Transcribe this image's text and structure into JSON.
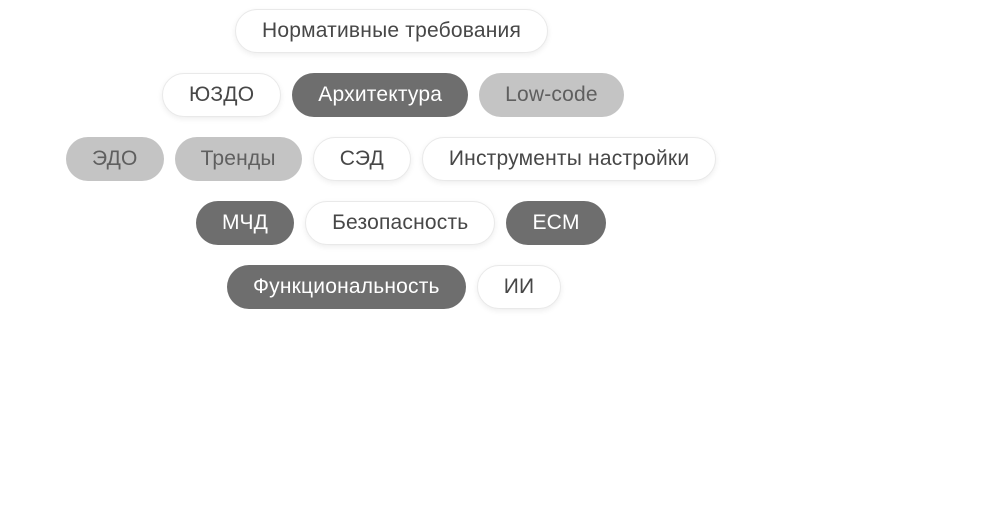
{
  "page": {
    "background": "#ffffff",
    "description": "Tag cloud of document-management topics"
  },
  "colors": {
    "pill_dark_bg": "#6e6e6e",
    "pill_dark_text": "#ffffff",
    "pill_light_bg": "#c4c4c4",
    "pill_light_text": "#5f5f5f",
    "pill_white_bg": "#ffffff",
    "pill_white_text": "#474747",
    "pill_white_edge": "#e9e9e9"
  },
  "tag_cloud": {
    "rows": [
      {
        "tags": [
          {
            "label": "Нормативные требования",
            "variant": "white"
          }
        ]
      },
      {
        "tags": [
          {
            "label": "ЮЗДО",
            "variant": "white"
          },
          {
            "label": "Архитектура",
            "variant": "dark"
          },
          {
            "label": "Low-code",
            "variant": "light"
          }
        ]
      },
      {
        "tags": [
          {
            "label": "ЭДО",
            "variant": "light"
          },
          {
            "label": "Тренды",
            "variant": "light"
          },
          {
            "label": "СЭД",
            "variant": "white"
          },
          {
            "label": "Инструменты настройки",
            "variant": "white"
          }
        ]
      },
      {
        "tags": [
          {
            "label": "МЧД",
            "variant": "dark"
          },
          {
            "label": "Безопасность",
            "variant": "white"
          },
          {
            "label": "ECM",
            "variant": "dark"
          }
        ]
      },
      {
        "tags": [
          {
            "label": "Функциональность",
            "variant": "dark"
          },
          {
            "label": "ИИ",
            "variant": "white"
          }
        ]
      }
    ]
  }
}
